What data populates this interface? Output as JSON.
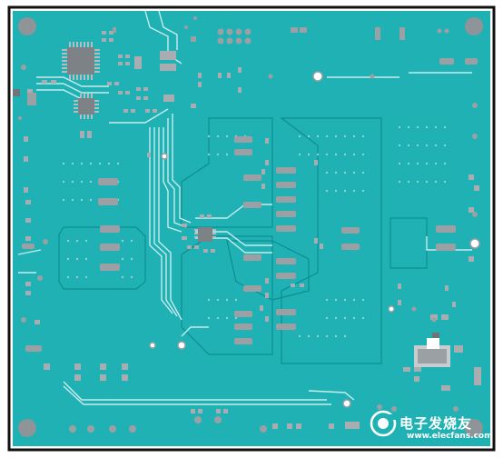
{
  "image": {
    "subject": "pcb-layout-top-copper",
    "colors": {
      "copper_pour": "#1fb1b4",
      "trace": "#bfe6e6",
      "trace_dark": "#0e7f82",
      "pad": "#9aa0a4",
      "pad_dark": "#6e7478",
      "outline": "#111111",
      "background": "#ffffff",
      "drill": "#ffffff"
    }
  },
  "watermark": {
    "icon": "elecfans-logo-icon",
    "text": "电子发烧友",
    "url": "www.elecfans.com",
    "color": "#ffffff"
  }
}
